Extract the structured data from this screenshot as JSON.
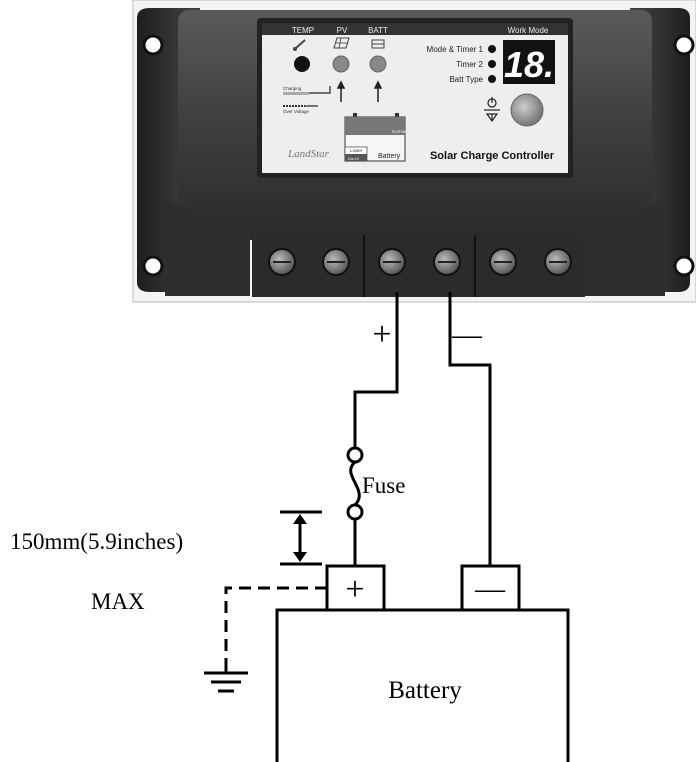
{
  "controller": {
    "panel_labels": {
      "temp": "TEMP",
      "pv": "PV",
      "batt": "BATT",
      "work_mode": "Work Mode",
      "mode_timer1": "Mode & Timer 1",
      "timer2": "Timer 2",
      "batt_type": "Batt Type",
      "charging": "Charging",
      "over_voltage": "Over Voltage",
      "brand": "LandStar",
      "title": "Solar Charge Controller",
      "display": "18.",
      "normal": "Normal",
      "lower": "Lower",
      "battery_icon": "Battery",
      "lower_sub": "Dis.Hi"
    }
  },
  "diagram": {
    "positive_sign": "+",
    "negative_sign": "—",
    "fuse_label": "Fuse",
    "distance_label": "150mm(5.9inches)",
    "max_label": "MAX",
    "battery_label": "Battery",
    "battery_positive": "+",
    "battery_negative": "—"
  },
  "colors": {
    "body_dark": "#3a3a3a",
    "panel_light": "#eeeeee",
    "line": "#000000"
  }
}
